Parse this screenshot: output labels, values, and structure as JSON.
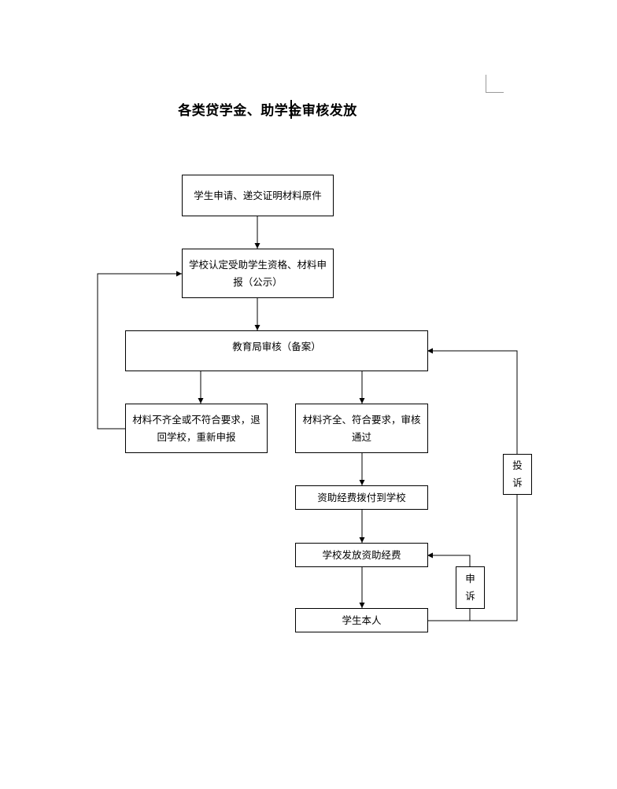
{
  "title": "各类贷学金、助学金审核发放",
  "nodes": {
    "apply": "学生申请、递交证明材料原件",
    "identify": "学校认定受助学生资格、材料申报（公示）",
    "bureau": "教育局审核（备案）",
    "reject": "材料不齐全或不符合要求，退回学校，重新申报",
    "pass": "材料齐全、符合要求，审核通过",
    "allocate": "资助经费拨付到学校",
    "distribute": "学校发放资助经费",
    "student": "学生本人",
    "appeal": [
      "申",
      "诉"
    ],
    "complaint": [
      "投",
      "诉"
    ]
  }
}
